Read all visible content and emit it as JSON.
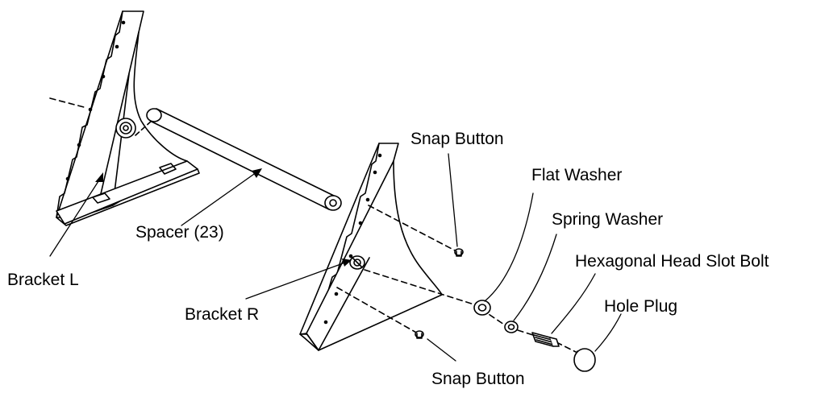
{
  "labels": {
    "bracket_l": "Bracket L",
    "spacer": "Spacer (23)",
    "bracket_r": "Bracket R",
    "snap_button_top": "Snap Button",
    "snap_button_bottom": "Snap Button",
    "flat_washer": "Flat Washer",
    "spring_washer": "Spring Washer",
    "hex_bolt": "Hexagonal Head Slot Bolt",
    "hole_plug": "Hole Plug"
  },
  "colors": {
    "ink": "#000000",
    "paper": "#ffffff"
  }
}
